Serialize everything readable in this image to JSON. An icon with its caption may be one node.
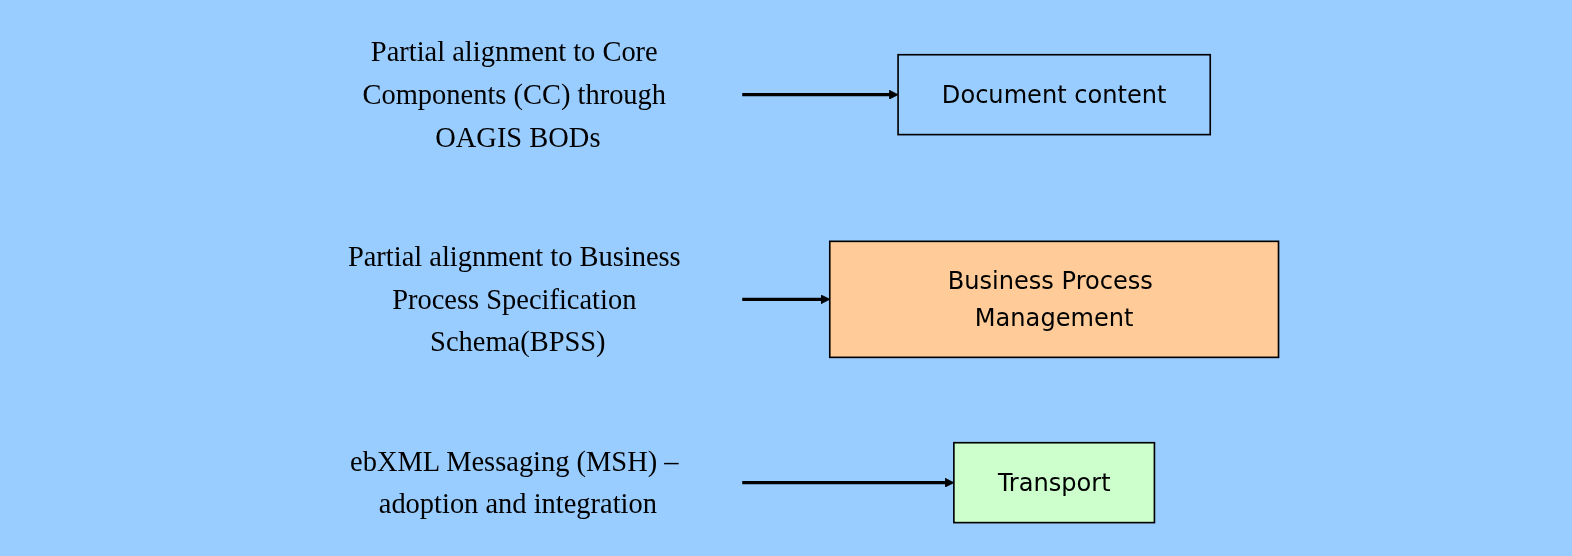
{
  "diagram": {
    "nodes": [
      {
        "text": [
          "Partial alignment to Core Components (CC) through OAGIS BODs"
        ]
      },
      {
        "text": [
          "Document content"
        ]
      },
      {
        "text": [
          "Partial alignment to Business Process Specification Schema(BPSS)"
        ]
      },
      {
        "text": [
          "Business Process Management"
        ]
      },
      {
        "text": [
          "ebXML Messaging (MSH) – adoption and integration"
        ]
      },
      {
        "text": [
          "Transport"
        ]
      }
    ],
    "edges": [
      {
        "from": 0,
        "to": 1,
        "arrow": "to"
      },
      {
        "from": 2,
        "to": 3,
        "arrow": "to"
      },
      {
        "from": 4,
        "to": 5,
        "arrow": "to"
      }
    ]
  }
}
